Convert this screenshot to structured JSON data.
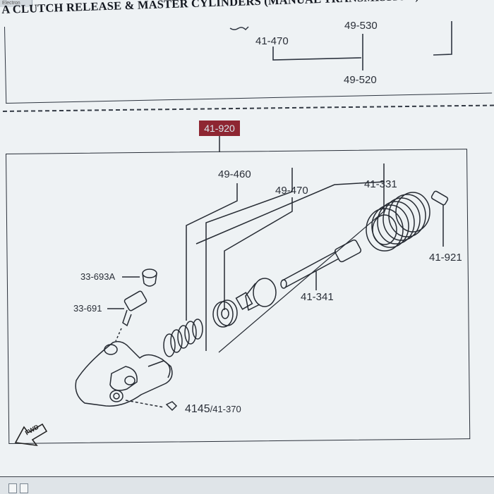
{
  "window": {
    "tab_label": "Electron"
  },
  "title": "A CLUTCH RELEASE & MASTER CYLINDERS (MANUAL TRANSMISSION)",
  "top_diagram": {
    "parts": [
      "41-470",
      "49-530",
      "49-520"
    ]
  },
  "main_diagram": {
    "assembly_tag": "41-920",
    "parts": {
      "boot_kit": "49-460",
      "seal_kit": "49-470",
      "boot": "41-331",
      "pushrod": "41-341",
      "bleeder_cap": "33-693A",
      "bleeder_screw": "33-691",
      "pin": "41-921",
      "bolt_ref": "4145",
      "bolt_ref_suffix": "/41-370"
    },
    "direction_label": "FWD"
  },
  "colors": {
    "background": "#eef2f4",
    "line": "#2a303a",
    "tag_bg": "#8e2632",
    "tag_text": "#d9e4ea"
  }
}
